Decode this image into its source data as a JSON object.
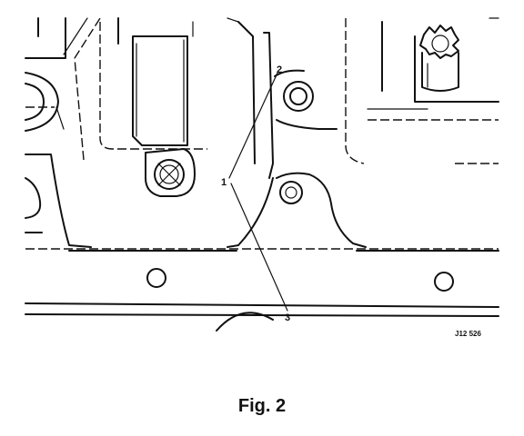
{
  "figure": {
    "callouts": {
      "one": "1",
      "two": "2",
      "three": "3"
    },
    "reference": "J12 526",
    "caption": "Fig. 2"
  }
}
